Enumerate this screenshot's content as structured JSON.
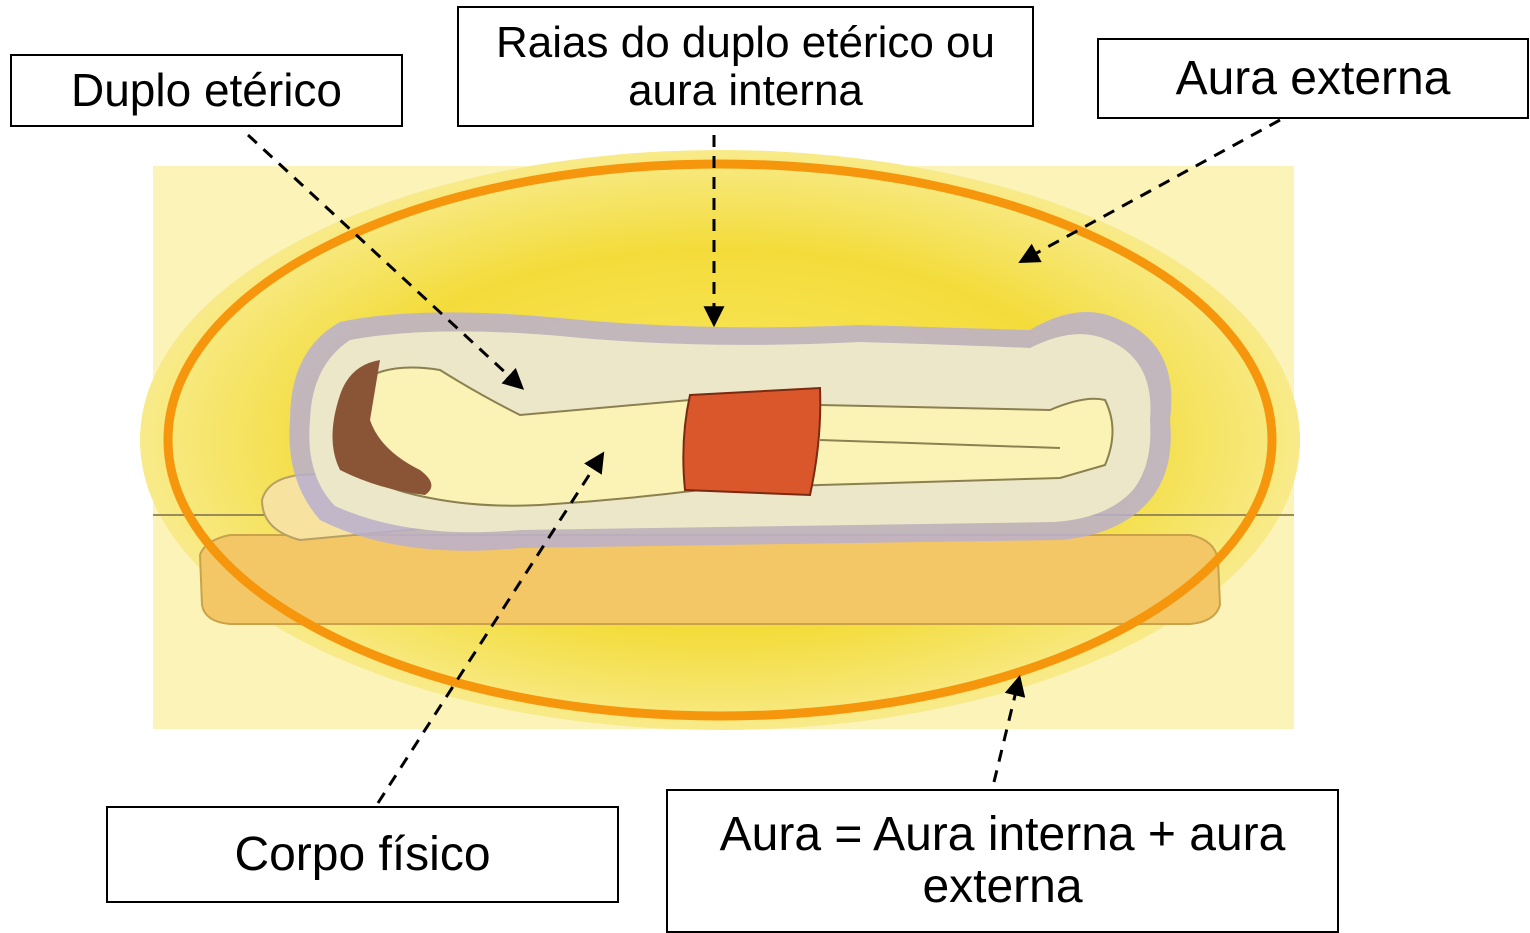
{
  "labels": {
    "duplo_eterico": "Duplo etérico",
    "raias": "Raias do duplo etérico ou aura interna",
    "aura_externa": "Aura externa",
    "corpo_fisico": "Corpo físico",
    "aura_formula": "Aura = Aura interna + aura externa"
  },
  "colors": {
    "aura_ring": "#F5960C",
    "aura_glow": "#F3DC3A",
    "background_paper": "#FBF3B8",
    "inner_aura": "#B9AFCF",
    "body": "#FBF3B5",
    "shorts": "#D9572A",
    "hair": "#8A5537",
    "mat": "#F3C766"
  }
}
